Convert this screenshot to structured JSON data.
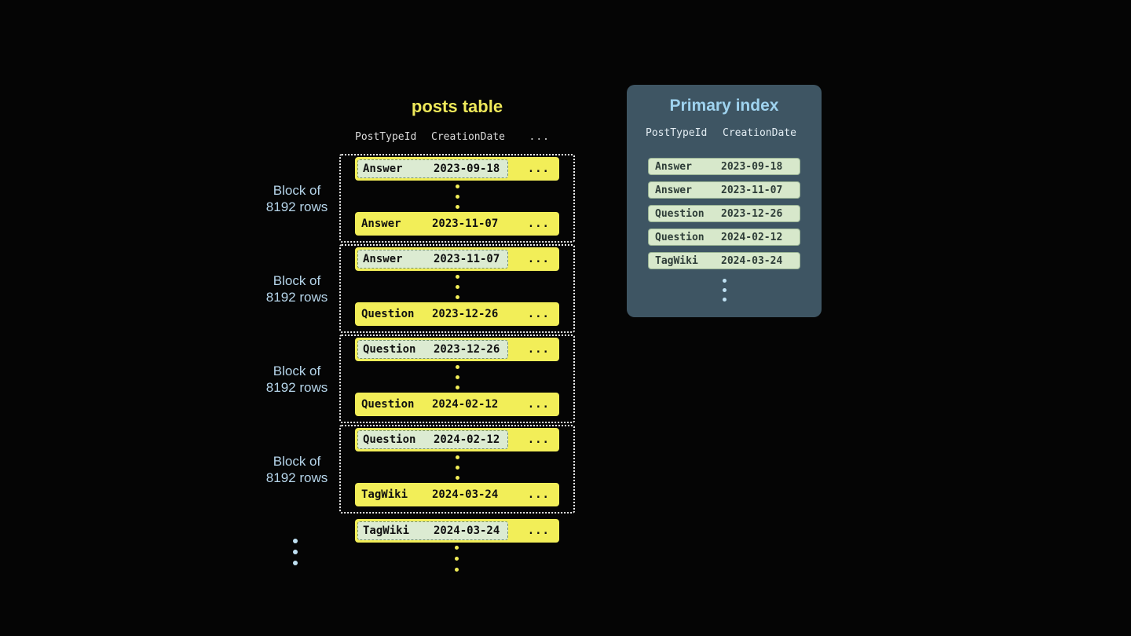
{
  "diagram": {
    "table": {
      "title": "posts table",
      "headers": [
        "PostTypeId",
        "CreationDate",
        "..."
      ],
      "ellipsis": "...",
      "block_label": {
        "line1": "Block of",
        "line2": "8192 rows"
      },
      "blocks": [
        {
          "first": {
            "type": "Answer",
            "date": "2023-09-18"
          },
          "last": {
            "type": "Answer",
            "date": "2023-11-07"
          }
        },
        {
          "first": {
            "type": "Answer",
            "date": "2023-11-07"
          },
          "last": {
            "type": "Question",
            "date": "2023-12-26"
          }
        },
        {
          "first": {
            "type": "Question",
            "date": "2023-12-26"
          },
          "last": {
            "type": "Question",
            "date": "2024-02-12"
          }
        },
        {
          "first": {
            "type": "Question",
            "date": "2024-02-12"
          },
          "last": {
            "type": "TagWiki",
            "date": "2024-03-24"
          }
        }
      ],
      "overflow_row": {
        "type": "TagWiki",
        "date": "2024-03-24"
      }
    },
    "index": {
      "title": "Primary index",
      "headers": [
        "PostTypeId",
        "CreationDate"
      ],
      "rows": [
        {
          "type": "Answer",
          "date": "2023-09-18"
        },
        {
          "type": "Answer",
          "date": "2023-11-07"
        },
        {
          "type": "Question",
          "date": "2023-12-26"
        },
        {
          "type": "Question",
          "date": "2024-02-12"
        },
        {
          "type": "TagWiki",
          "date": "2024-03-24"
        }
      ]
    },
    "colors": {
      "background": "#050505",
      "row_yellow": "#f2ee58",
      "title_yellow": "#efe95a",
      "highlight_mint": "#d9e9cd",
      "index_panel_slate": "#3e5563",
      "accent_blue": "#b5d4e9",
      "index_title_blue": "#9fd3ef"
    }
  }
}
